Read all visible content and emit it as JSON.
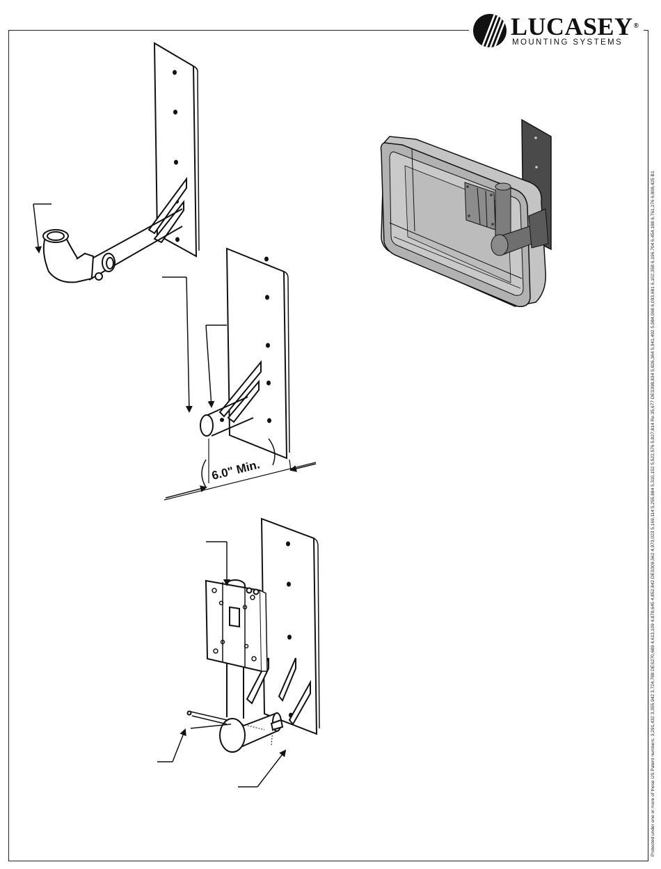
{
  "brand": {
    "name": "LUCASEY",
    "registered_mark": "®",
    "tagline": "MOUNTING SYSTEMS",
    "logo_icon": "striped-circle-logo"
  },
  "patent_notice": "Protected under one or more of these US Patent numbers: 3,291,432 3,355,942 3,724,788 DES270,689 4,613,109 4,878,645 4,852,842 DES309,562 4,973,023 5,169,114 5,255,884 5,310,152 5,522,576 5,827,814 Re.35,677 DES398,834 5,826,364 5,941,492 5,984,068 6,093,681 6,102,358 6,196,704 6,454,188 6,761,276 6,808,425 B1",
  "dimension": {
    "label": "6.0\" Min."
  },
  "colors": {
    "line": "#111111",
    "monitor_fill": "#b9b9b9",
    "plate_dark": "#4a4a4a"
  },
  "icons": {
    "arrow": "leader-arrow-icon"
  }
}
